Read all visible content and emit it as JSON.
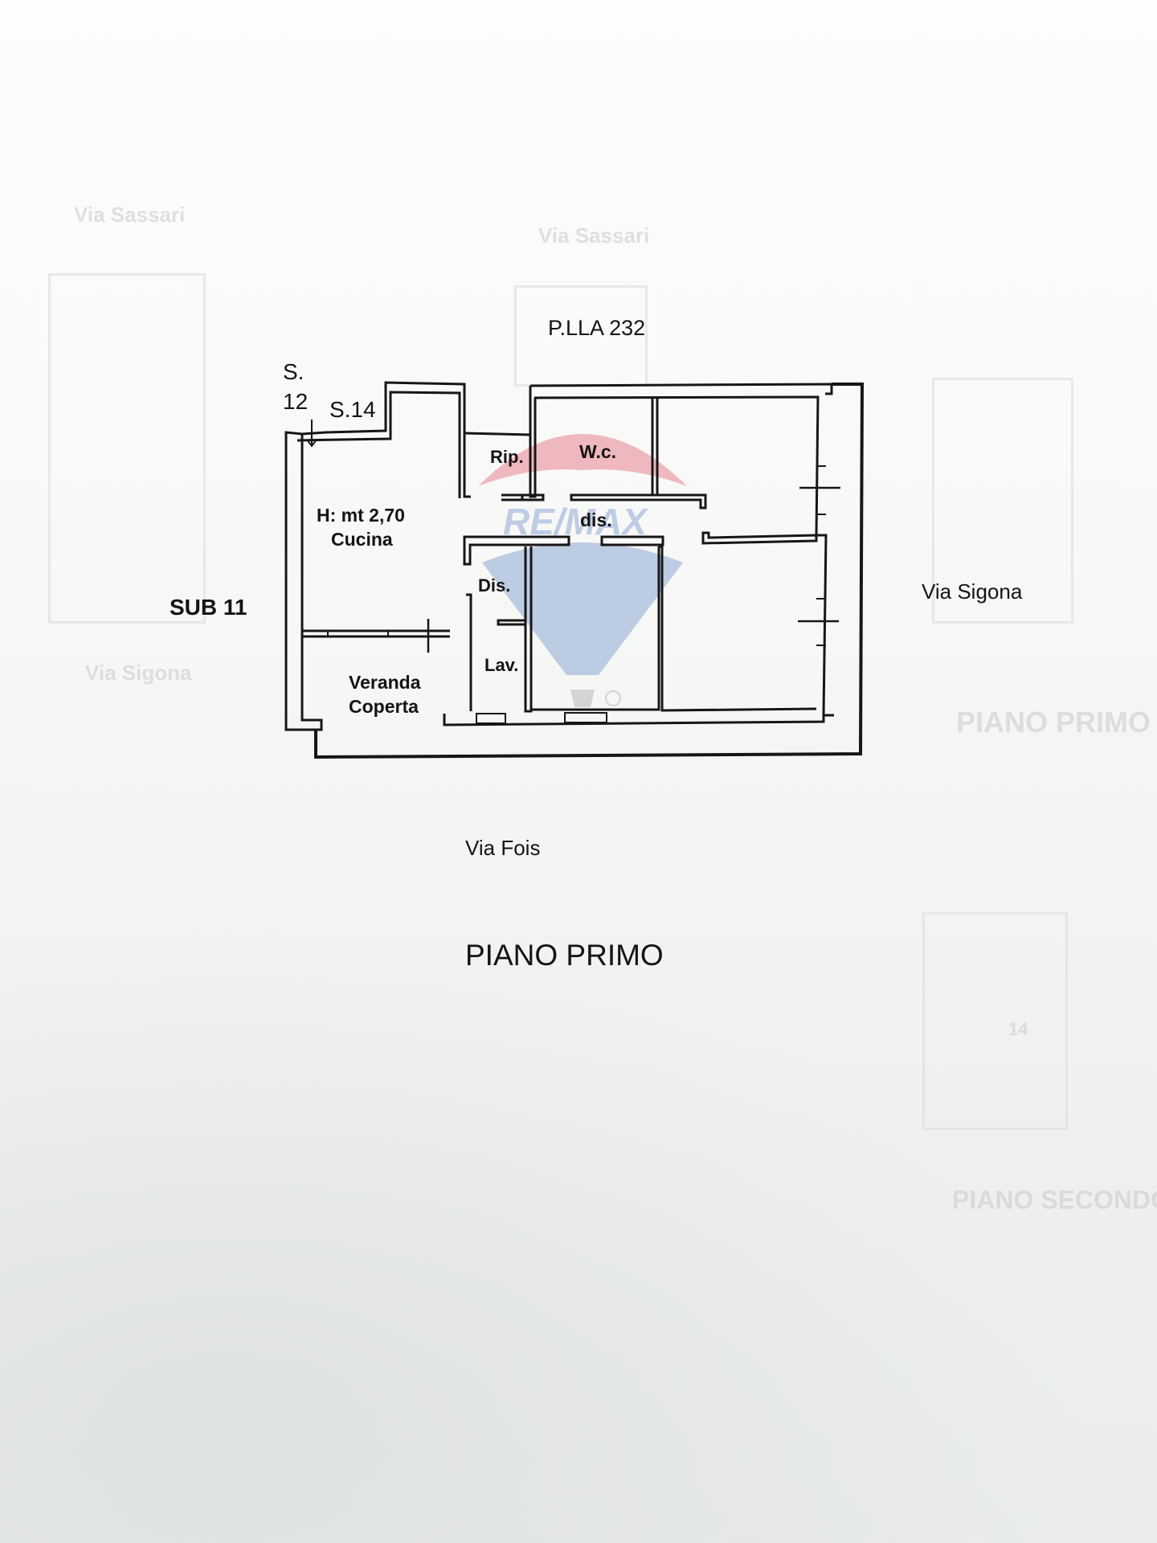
{
  "document": {
    "title": "PIANO PRIMO",
    "parcel": "P.LLA 232",
    "neighbor_left": "SUB 11",
    "neighbor_s12_line1": "S.",
    "neighbor_s12_line2": "12",
    "neighbor_s14": "S.14",
    "street_right": "Via Sigona",
    "street_bottom": "Via Fois"
  },
  "rooms": {
    "height_note": "H: mt 2,70",
    "kitchen": "Cucina",
    "storage": "Rip.",
    "wc": "W.c.",
    "hallway_upper": "dis.",
    "hallway_lower": "Dis.",
    "laundry": "Lav.",
    "veranda_line1": "Veranda",
    "veranda_line2": "Coperta"
  },
  "watermark": {
    "brand": "RE/MAX",
    "colors": {
      "red": "#e8848e",
      "blue": "#7f9fd0"
    }
  },
  "bleed_through": {
    "title_right": "PIANO PRIMO",
    "title_lower_right": "PIANO SECONDO",
    "street_top_left": "Via Sassari",
    "street_top_center": "Via Sassari",
    "street_left": "Via Sigona",
    "label_14": "14"
  }
}
